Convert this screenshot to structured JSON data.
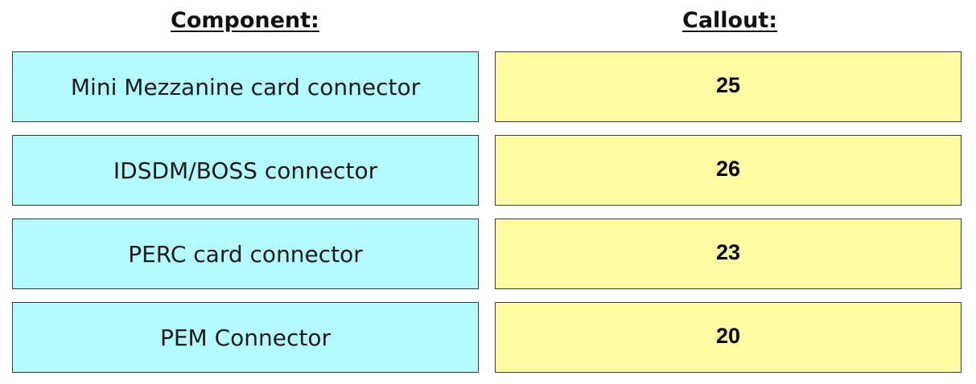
{
  "headers": {
    "component": "Component:",
    "callout": "Callout:"
  },
  "rows": [
    {
      "component": "Mini Mezzanine card connector",
      "callout": "25"
    },
    {
      "component": "IDSDM/BOSS connector",
      "callout": "26"
    },
    {
      "component": "PERC card connector",
      "callout": "23"
    },
    {
      "component": "PEM Connector",
      "callout": "20"
    }
  ],
  "colors": {
    "component_fill": "#b3fbfd",
    "callout_fill": "#fdfca3",
    "border": "#3a3a3a"
  }
}
